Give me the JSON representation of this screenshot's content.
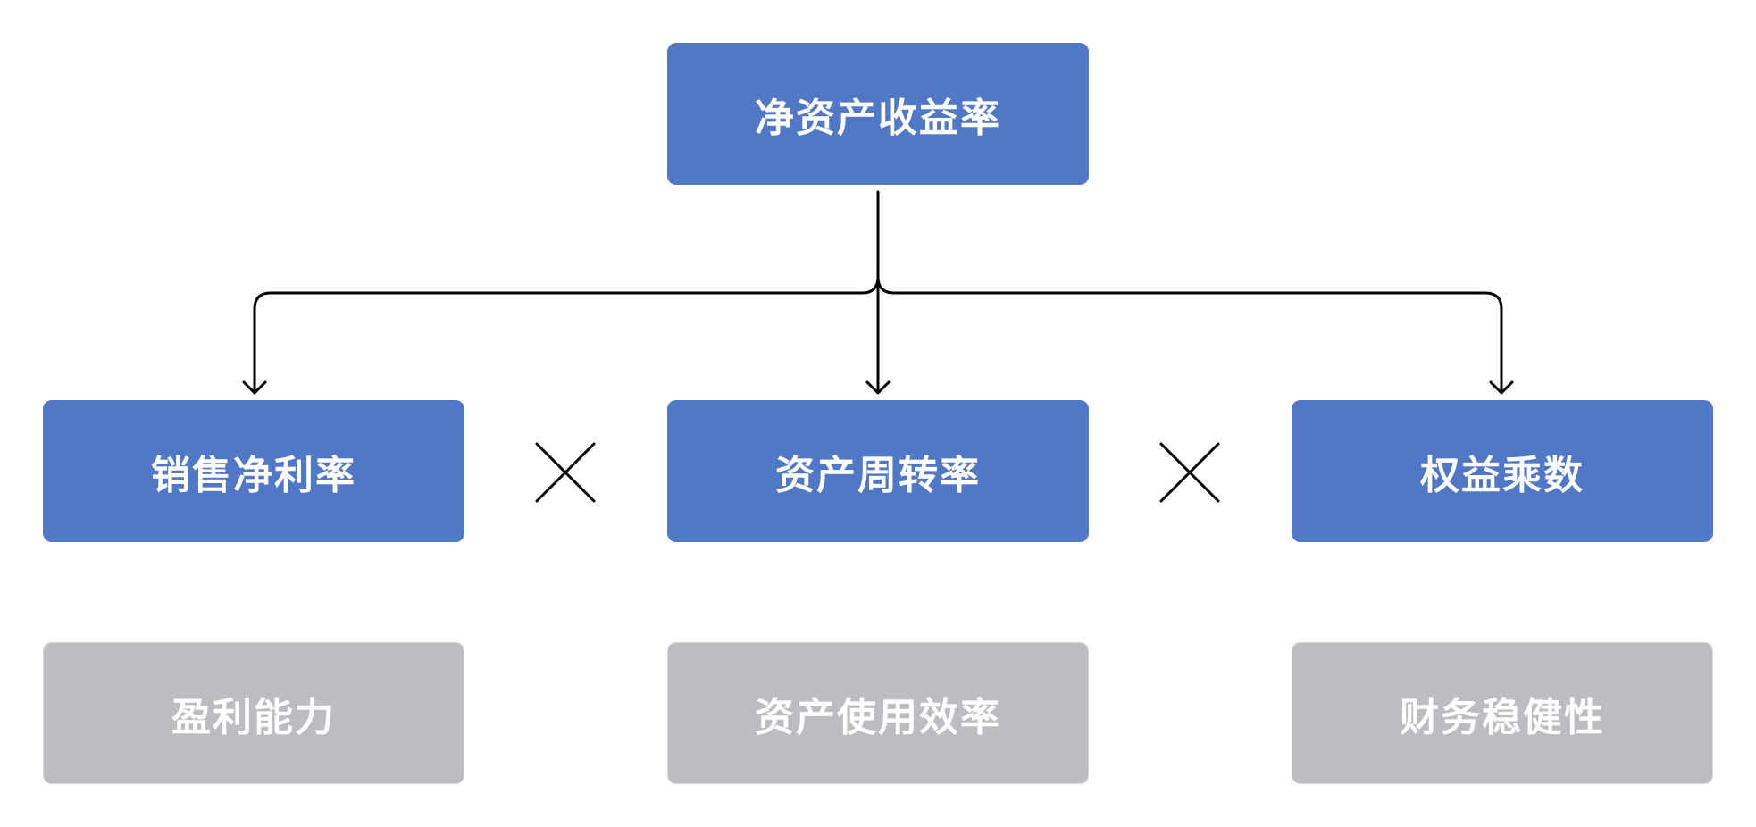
{
  "diagram": {
    "root": {
      "label": "净资产收益率"
    },
    "factors": [
      {
        "label": "销售净利率"
      },
      {
        "label": "资产周转率"
      },
      {
        "label": "权益乘数"
      }
    ],
    "operators": [
      "multiply-icon",
      "multiply-icon"
    ],
    "capabilities": [
      {
        "label": "盈利能力"
      },
      {
        "label": "资产使用效率"
      },
      {
        "label": "财务稳健性"
      }
    ],
    "colors": {
      "factor_box": "#5078c6",
      "capability_box": "#bbbdc1",
      "text": "#ffffff",
      "connector": "#000000"
    }
  }
}
